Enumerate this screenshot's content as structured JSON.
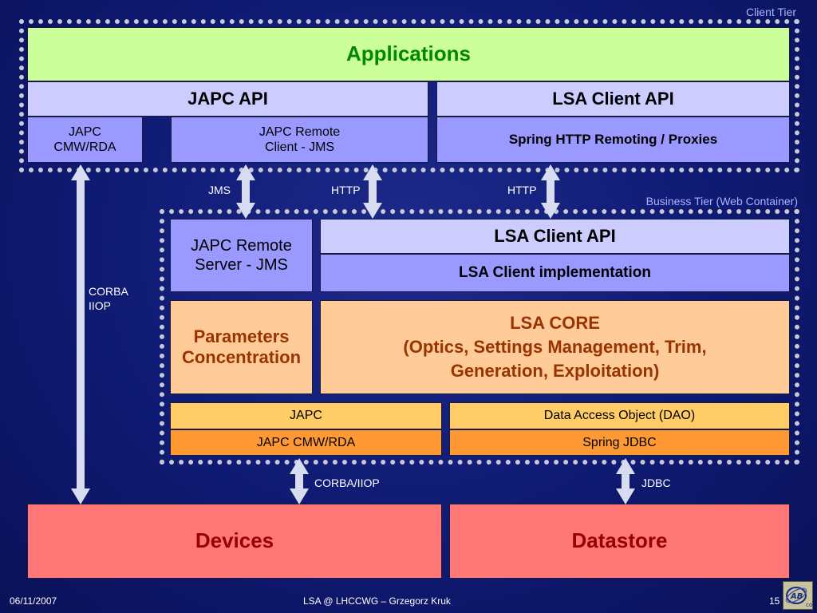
{
  "tiers": {
    "client_label": "Client Tier",
    "business_label": "Business Tier (Web Container)"
  },
  "client": {
    "applications": "Applications",
    "japc_api": "JAPC API",
    "lsa_client_api": "LSA Client API",
    "japc_cmw_rda": "JAPC\nCMW/RDA",
    "japc_remote_client": "JAPC Remote\nClient - JMS",
    "spring_http": "Spring HTTP Remoting / Proxies"
  },
  "business": {
    "japc_remote_server": "JAPC Remote\nServer - JMS",
    "lsa_client_api": "LSA Client API",
    "lsa_client_impl": "LSA Client implementation",
    "parameters_concentration": "Parameters\nConcentration",
    "lsa_core": "LSA CORE\n(Optics, Settings Management, Trim,\nGeneration, Exploitation)",
    "japc": "JAPC",
    "dao": "Data Access Object (DAO)",
    "japc_cmw_rda": "JAPC CMW/RDA",
    "spring_jdbc": "Spring JDBC"
  },
  "protocols": {
    "jms": "JMS",
    "http_left": "HTTP",
    "http_right": "HTTP",
    "corba_iiop_side": "CORBA\nIIOP",
    "corba_iiop_bottom": "CORBA/IIOP",
    "jdbc": "JDBC"
  },
  "backend": {
    "devices": "Devices",
    "datastore": "Datastore"
  },
  "footer": {
    "date": "06/11/2007",
    "title": "LSA @ LHCCWG – Grzegorz Kruk",
    "page": "15",
    "logo_text": "AB CO"
  },
  "colors": {
    "applications": "#ccff99",
    "api": "#ccccff",
    "impl": "#9999ff",
    "core": "#ffcc99",
    "japc_dao": "#ffcc66",
    "cmw_jdbc": "#ff9933",
    "backend": "#ff7777",
    "arrow": "#d8dcf0"
  }
}
